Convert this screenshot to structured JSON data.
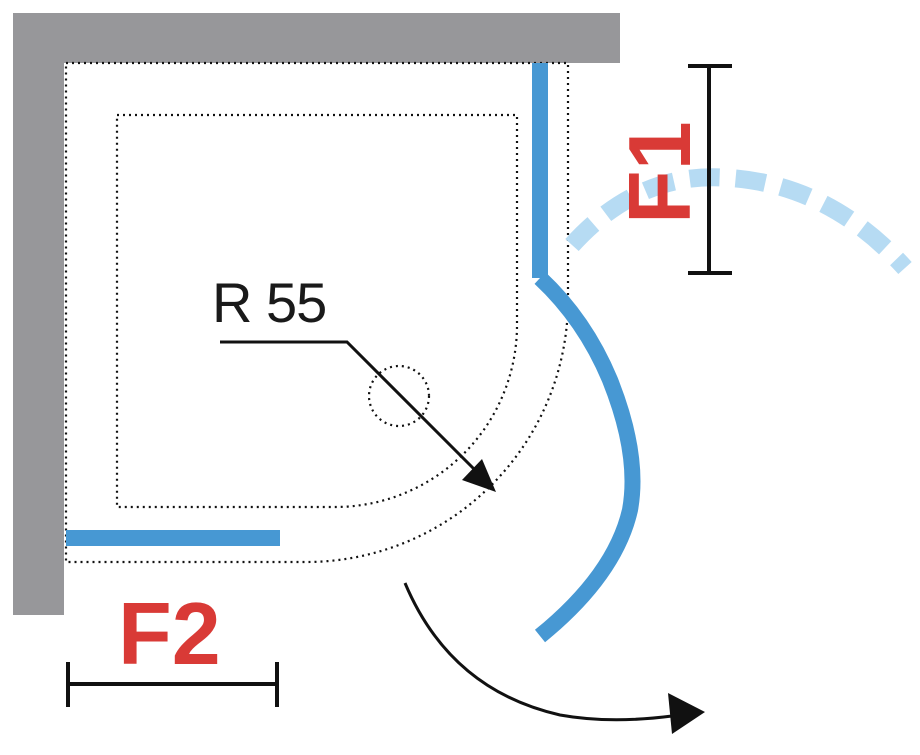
{
  "labels": {
    "radius": "R 55",
    "f1": "F1",
    "f2": "F2"
  },
  "colors": {
    "wall": "#97979a",
    "glass": "#4798d3",
    "glass_open": "#b6dbf3",
    "dimension": "#111111",
    "label_red": "#d93a36",
    "label_dark": "#1a1a1a"
  }
}
